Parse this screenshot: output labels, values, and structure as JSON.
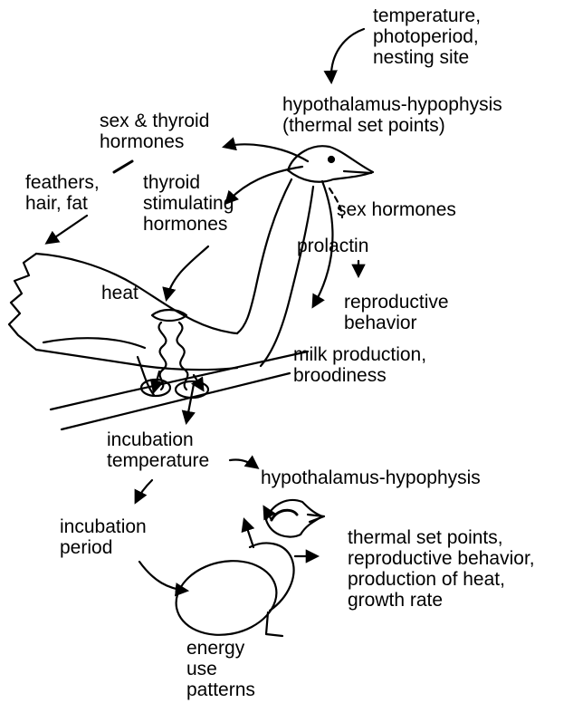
{
  "labels": {
    "environment": [
      "temperature,",
      "photoperiod,",
      "nesting site"
    ],
    "hypothalamus_top": [
      "hypothalamus-hypophysis",
      "(thermal set points)"
    ],
    "sex_thyroid": [
      "sex & thyroid",
      "hormones"
    ],
    "feathers": [
      "feathers,",
      "hair, fat"
    ],
    "tsh": [
      "thyroid",
      "stimulating",
      "hormones"
    ],
    "sex_hormones": "sex hormones",
    "prolactin": "prolactin",
    "heat": "heat",
    "reproductive": [
      "reproductive",
      "behavior"
    ],
    "milk": [
      "milk production,",
      "broodiness"
    ],
    "incubation_temp": [
      "incubation",
      "temperature"
    ],
    "hypothalamus_chick": "hypothalamus-hypophysis",
    "incubation_period": [
      "incubation",
      "period"
    ],
    "chick_effects": [
      "thermal set points,",
      "reproductive behavior,",
      "production of heat,",
      "growth rate"
    ],
    "energy": [
      "energy",
      "use",
      "patterns"
    ]
  }
}
